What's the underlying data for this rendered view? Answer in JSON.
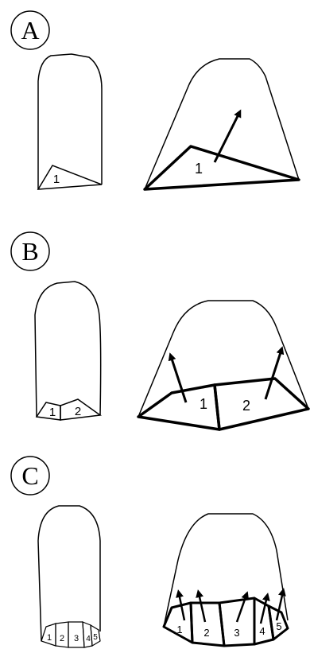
{
  "panels": [
    {
      "letter": "A",
      "left_labels": [
        "1"
      ],
      "right_labels": [
        "1"
      ]
    },
    {
      "letter": "B",
      "left_labels": [
        "1",
        "2"
      ],
      "right_labels": [
        "1",
        "2"
      ]
    },
    {
      "letter": "C",
      "left_labels": [
        "1",
        "2",
        "3",
        "4",
        "5"
      ],
      "right_labels": [
        "1",
        "2",
        "3",
        "4",
        "5"
      ]
    }
  ],
  "colors": {
    "stroke": "#000000",
    "background": "#ffffff"
  }
}
